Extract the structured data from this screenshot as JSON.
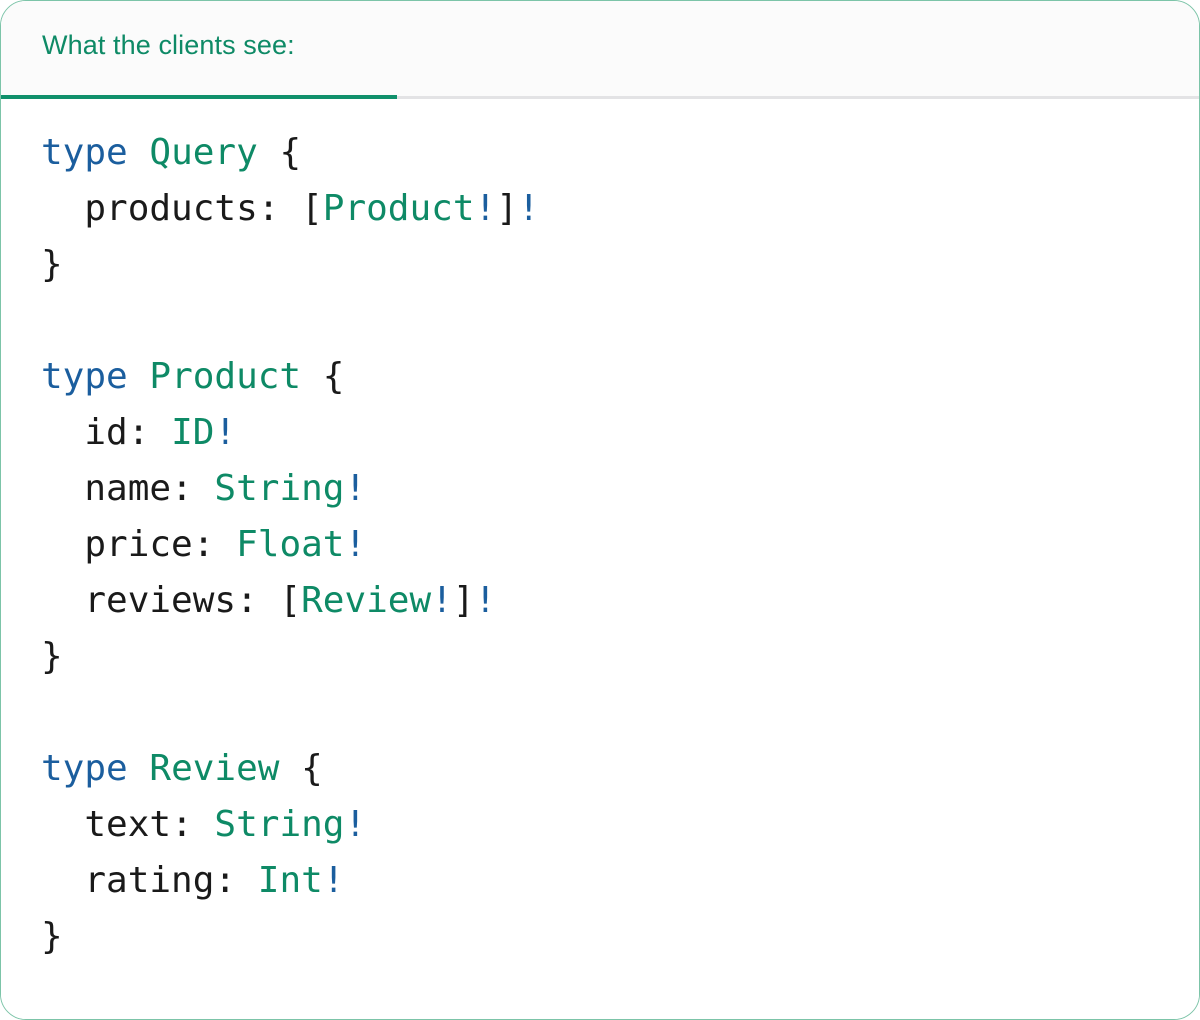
{
  "card": {
    "border_color": "#7cc4a8",
    "background": "#ffffff"
  },
  "header": {
    "tab_label": "What the clients see:",
    "accent_color": "#10906b",
    "text_color": "#0e8a66",
    "background": "#fbfbfb",
    "divider_color": "#e3e3e5"
  },
  "syntax_colors": {
    "keyword": "#1b5e9e",
    "type": "#0e8a66",
    "punctuation": "#1a1a1a",
    "non_null": "#1b5e9e",
    "field": "#1a1a1a"
  },
  "code": {
    "language": "graphql",
    "lines": [
      {
        "id": "query-open",
        "indent": 0,
        "tokens": [
          {
            "text": "type",
            "kind": "kw"
          },
          {
            "text": " ",
            "kind": "punc"
          },
          {
            "text": "Query",
            "kind": "type"
          },
          {
            "text": " {",
            "kind": "punc"
          }
        ]
      },
      {
        "id": "query-products",
        "indent": 2,
        "tokens": [
          {
            "text": "products",
            "kind": "name"
          },
          {
            "text": ": [",
            "kind": "punc"
          },
          {
            "text": "Product",
            "kind": "type"
          },
          {
            "text": "!",
            "kind": "bang"
          },
          {
            "text": "]",
            "kind": "punc"
          },
          {
            "text": "!",
            "kind": "bang"
          }
        ]
      },
      {
        "id": "query-close",
        "indent": 0,
        "tokens": [
          {
            "text": "}",
            "kind": "punc"
          }
        ]
      },
      {
        "id": "blank-1",
        "indent": 0,
        "tokens": []
      },
      {
        "id": "product-open",
        "indent": 0,
        "tokens": [
          {
            "text": "type",
            "kind": "kw"
          },
          {
            "text": " ",
            "kind": "punc"
          },
          {
            "text": "Product",
            "kind": "type"
          },
          {
            "text": " {",
            "kind": "punc"
          }
        ]
      },
      {
        "id": "product-id",
        "indent": 2,
        "tokens": [
          {
            "text": "id",
            "kind": "name"
          },
          {
            "text": ": ",
            "kind": "punc"
          },
          {
            "text": "ID",
            "kind": "type"
          },
          {
            "text": "!",
            "kind": "bang"
          }
        ]
      },
      {
        "id": "product-name",
        "indent": 2,
        "tokens": [
          {
            "text": "name",
            "kind": "name"
          },
          {
            "text": ": ",
            "kind": "punc"
          },
          {
            "text": "String",
            "kind": "type"
          },
          {
            "text": "!",
            "kind": "bang"
          }
        ]
      },
      {
        "id": "product-price",
        "indent": 2,
        "tokens": [
          {
            "text": "price",
            "kind": "name"
          },
          {
            "text": ": ",
            "kind": "punc"
          },
          {
            "text": "Float",
            "kind": "type"
          },
          {
            "text": "!",
            "kind": "bang"
          }
        ]
      },
      {
        "id": "product-reviews",
        "indent": 2,
        "tokens": [
          {
            "text": "reviews",
            "kind": "name"
          },
          {
            "text": ": [",
            "kind": "punc"
          },
          {
            "text": "Review",
            "kind": "type"
          },
          {
            "text": "!",
            "kind": "bang"
          },
          {
            "text": "]",
            "kind": "punc"
          },
          {
            "text": "!",
            "kind": "bang"
          }
        ]
      },
      {
        "id": "product-close",
        "indent": 0,
        "tokens": [
          {
            "text": "}",
            "kind": "punc"
          }
        ]
      },
      {
        "id": "blank-2",
        "indent": 0,
        "tokens": []
      },
      {
        "id": "review-open",
        "indent": 0,
        "tokens": [
          {
            "text": "type",
            "kind": "kw"
          },
          {
            "text": " ",
            "kind": "punc"
          },
          {
            "text": "Review",
            "kind": "type"
          },
          {
            "text": " {",
            "kind": "punc"
          }
        ]
      },
      {
        "id": "review-text",
        "indent": 2,
        "tokens": [
          {
            "text": "text",
            "kind": "name"
          },
          {
            "text": ": ",
            "kind": "punc"
          },
          {
            "text": "String",
            "kind": "type"
          },
          {
            "text": "!",
            "kind": "bang"
          }
        ]
      },
      {
        "id": "review-rating",
        "indent": 2,
        "tokens": [
          {
            "text": "rating",
            "kind": "name"
          },
          {
            "text": ": ",
            "kind": "punc"
          },
          {
            "text": "Int",
            "kind": "type"
          },
          {
            "text": "!",
            "kind": "bang"
          }
        ]
      },
      {
        "id": "review-close",
        "indent": 0,
        "tokens": [
          {
            "text": "}",
            "kind": "punc"
          }
        ]
      }
    ]
  }
}
